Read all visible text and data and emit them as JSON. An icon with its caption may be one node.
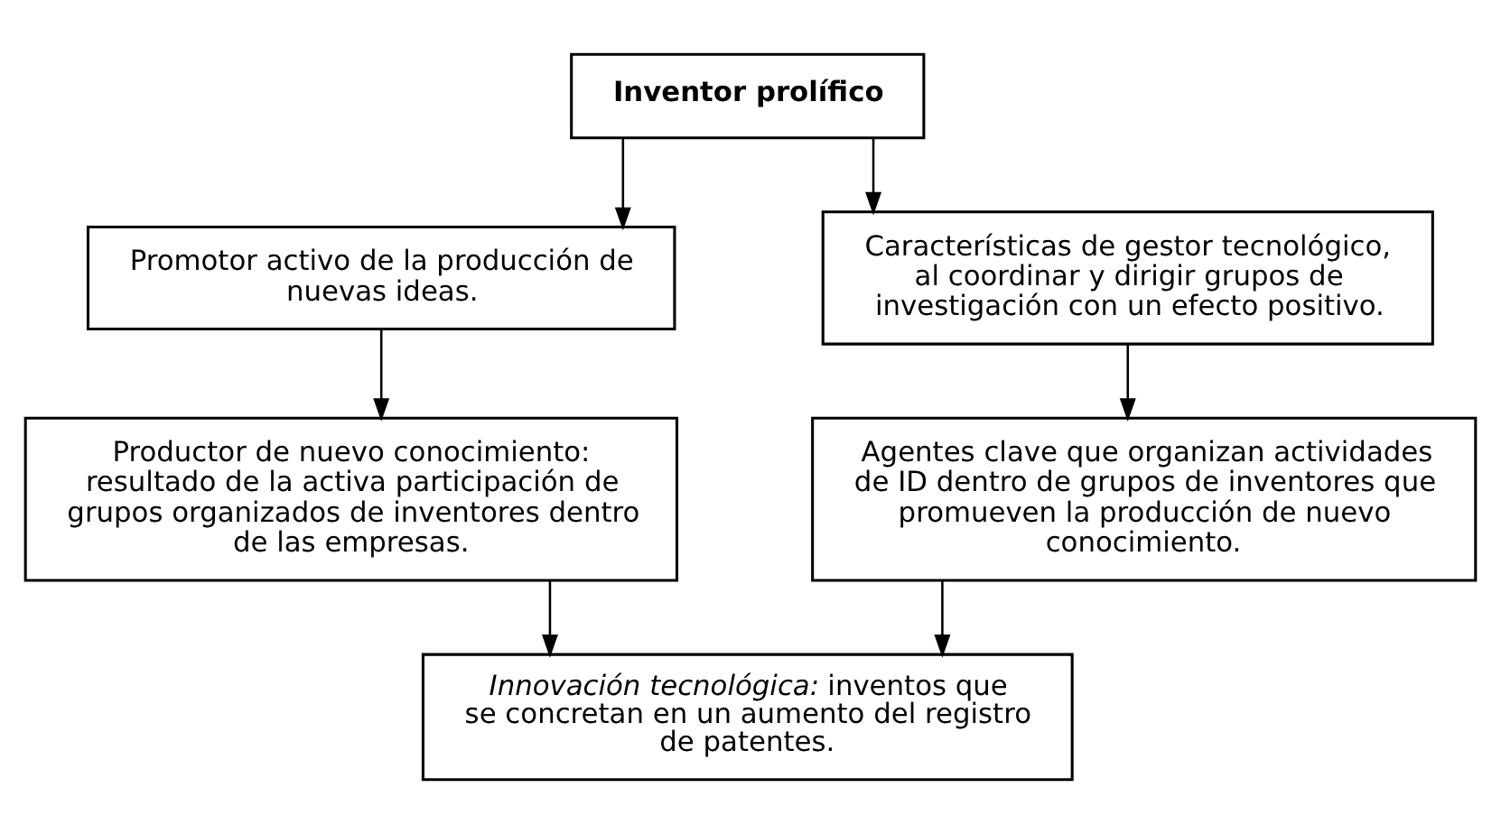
{
  "diagram": {
    "nodes": [
      {
        "text": [
          "Inventor prolífico"
        ]
      },
      {
        "text": [
          "Promotor activo de la producción de nuevas ideas."
        ]
      },
      {
        "text": [
          "Características de gestor tecnológico, al coordinar y dirigir grupos de investigación con un efecto positivo."
        ]
      },
      {
        "text": [
          "Productor de nuevo conocimiento: resultado de la activa participación de grupos organizados de inventores dentro de las empresas."
        ]
      },
      {
        "text": [
          "Agentes clave que organizan actividades de ID dentro de grupos de inventores que promueven la producción de nuevo conocimiento."
        ]
      },
      {
        "text": [
          "*Innovación tecnológica:* inventos que se concretan en un aumento del registro de patentes."
        ]
      }
    ],
    "edges": [
      {
        "from": 0,
        "to": 1,
        "arrow": "to"
      },
      {
        "from": 0,
        "to": 2,
        "arrow": "to"
      },
      {
        "from": 1,
        "to": 3,
        "arrow": "to"
      },
      {
        "from": 2,
        "to": 4,
        "arrow": "to"
      },
      {
        "from": 3,
        "to": 5,
        "arrow": "to"
      },
      {
        "from": 4,
        "to": 5,
        "arrow": "to"
      }
    ]
  }
}
